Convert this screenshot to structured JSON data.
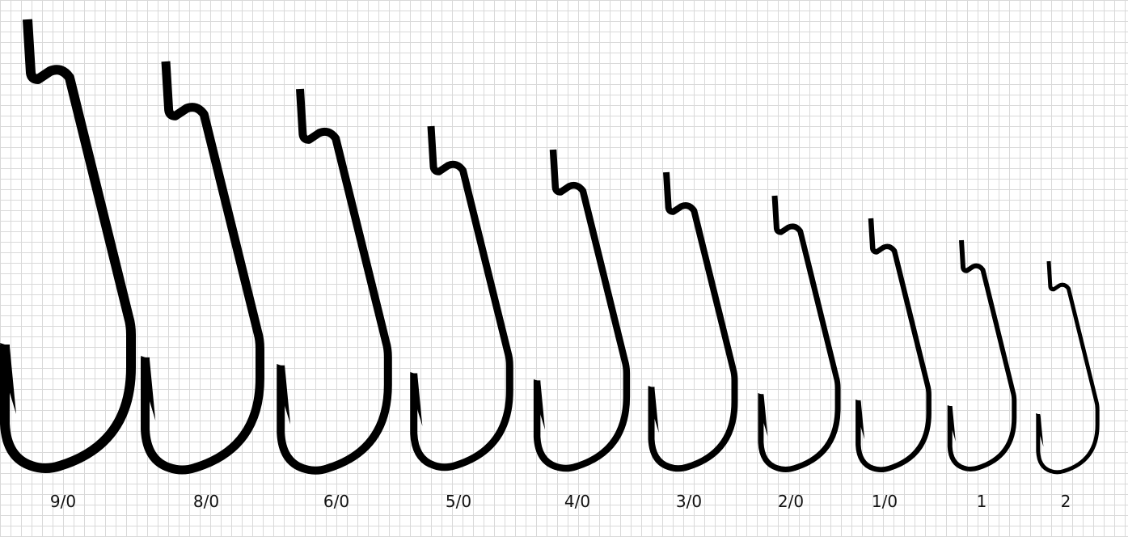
{
  "hooks": [
    {
      "size": "9/0"
    },
    {
      "size": "8/0"
    },
    {
      "size": "6/0"
    },
    {
      "size": "5/0"
    },
    {
      "size": "4/0"
    },
    {
      "size": "3/0"
    },
    {
      "size": "2/0"
    },
    {
      "size": "1/0"
    },
    {
      "size": "1"
    },
    {
      "size": "2"
    }
  ]
}
